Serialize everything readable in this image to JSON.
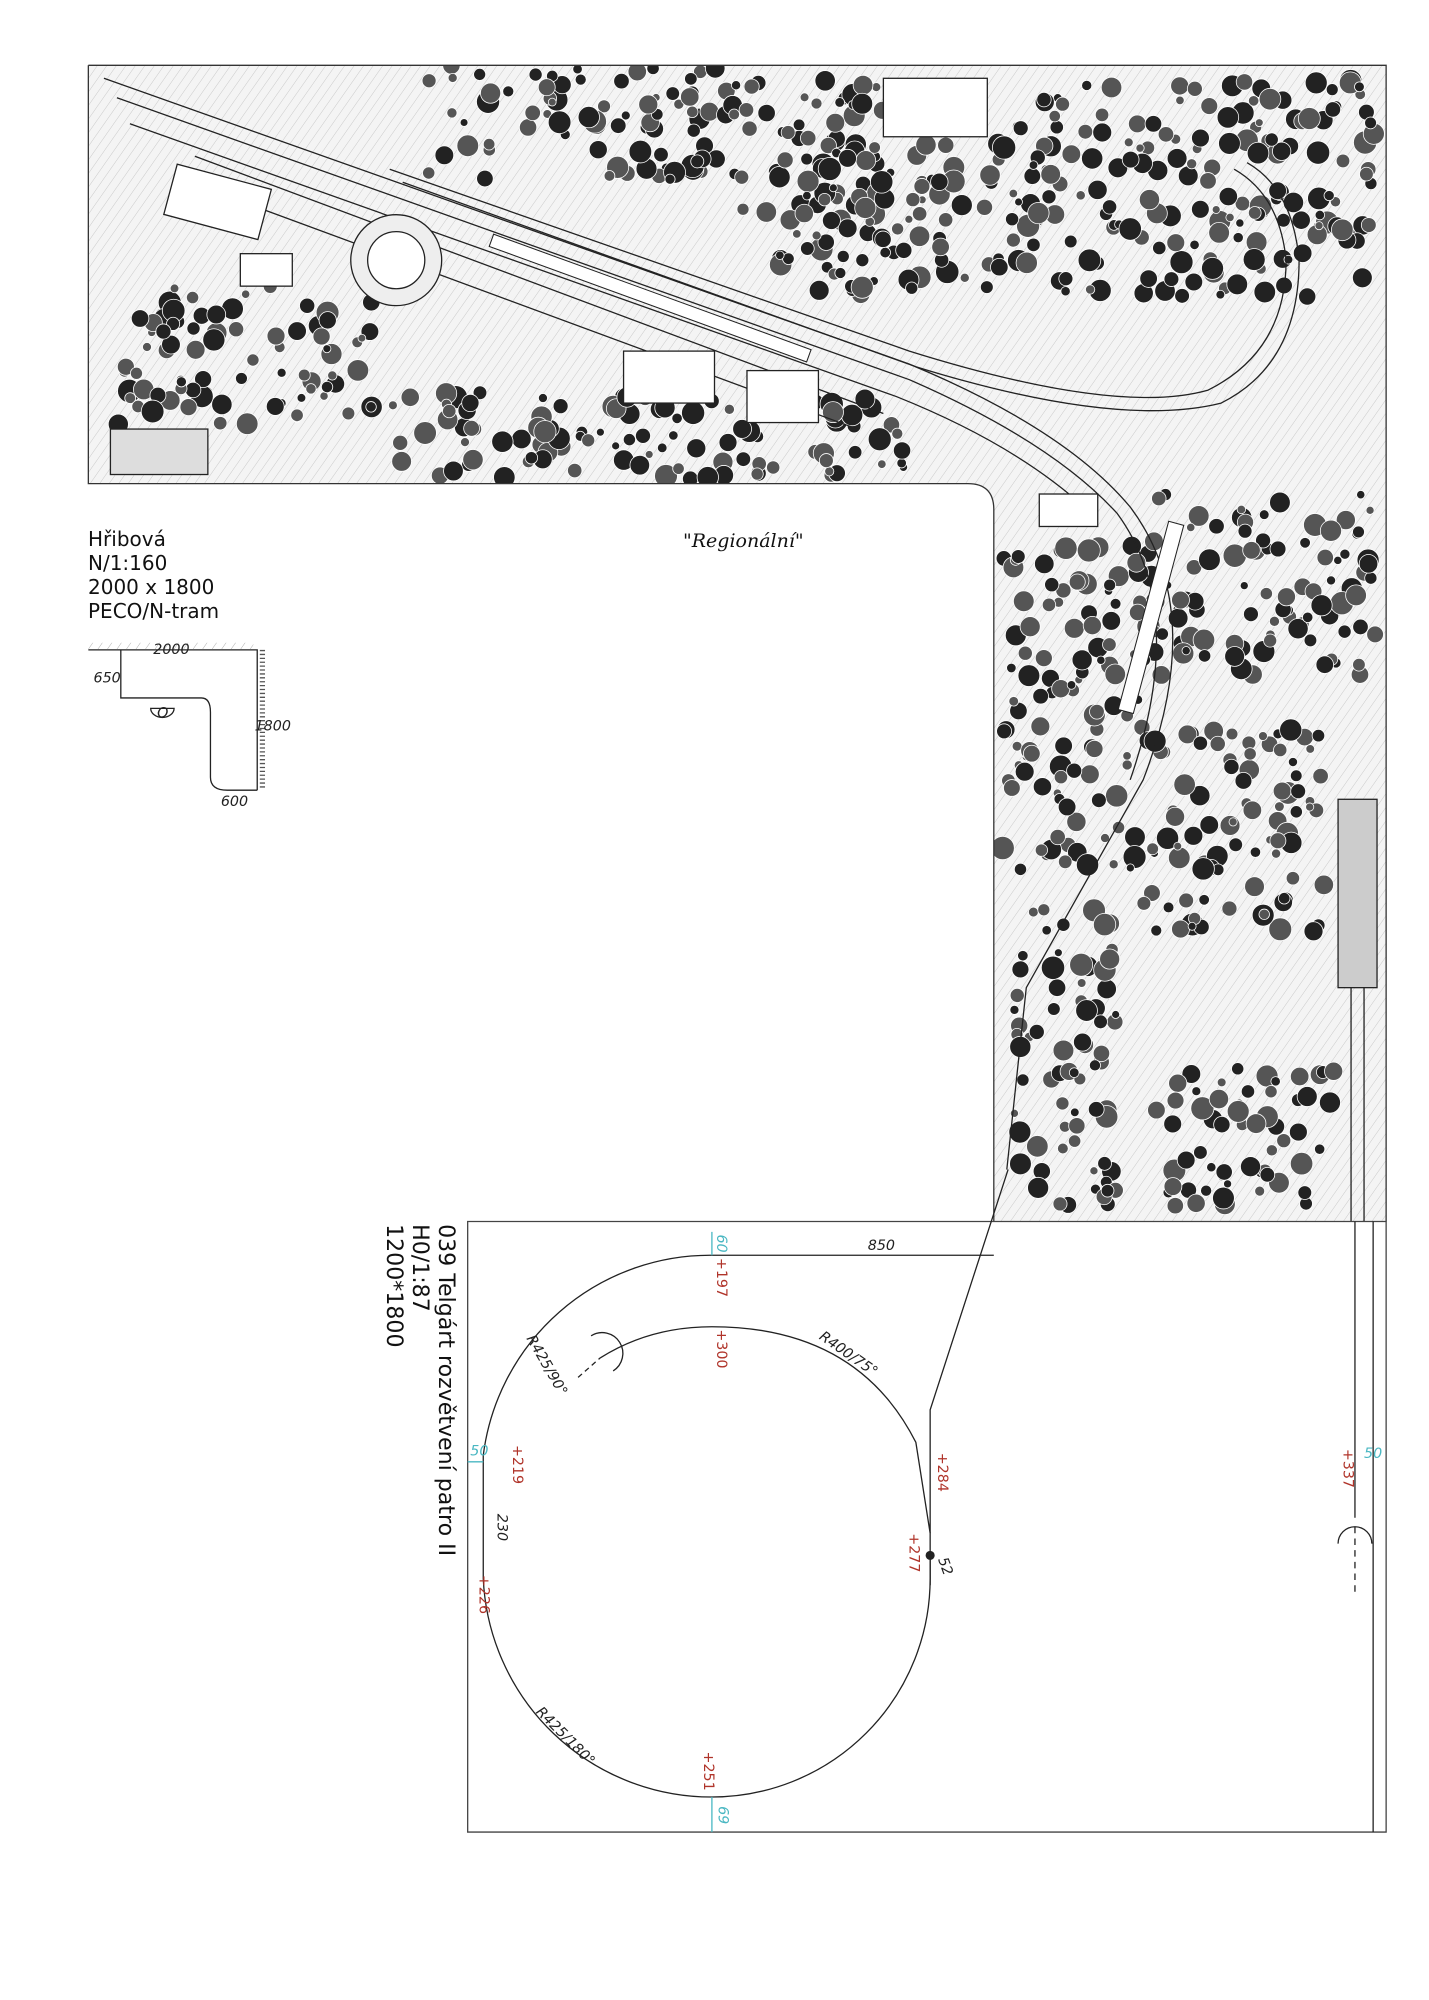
{
  "upper_layout": {
    "name": "Hřibová",
    "scale": "N/1:160",
    "size": "2000 x 1800",
    "track_system": "PECO/N-tram",
    "title": "\"Regionální\"",
    "mini_plan": {
      "width": "2000",
      "depth_left": "650",
      "height": "1800",
      "depth_bottom": "600",
      "operator_mark": "O"
    }
  },
  "lower_layout": {
    "title": "039 Telgárt rozvětvení patro II",
    "scale": "H0/1:87",
    "size": "1200*1800",
    "dimensions": {
      "top_straight": "850",
      "left_straight": "230",
      "point_52": "52"
    },
    "radii": {
      "outer_top": "R425/90°",
      "inner_top": "R400/75°",
      "bottom": "R425/180°"
    },
    "heights": {
      "h197": "+197",
      "h300": "+300",
      "h219": "+219",
      "h226": "+226",
      "h284": "+284",
      "h277": "+277",
      "h251": "+251",
      "h337": "+337"
    },
    "offsets": {
      "top": "60",
      "left": "50",
      "bottom": "69",
      "right": "50"
    }
  },
  "colors": {
    "height_marks": "#b0342a",
    "offset_marks": "#49b7c2",
    "ink": "#111111"
  }
}
